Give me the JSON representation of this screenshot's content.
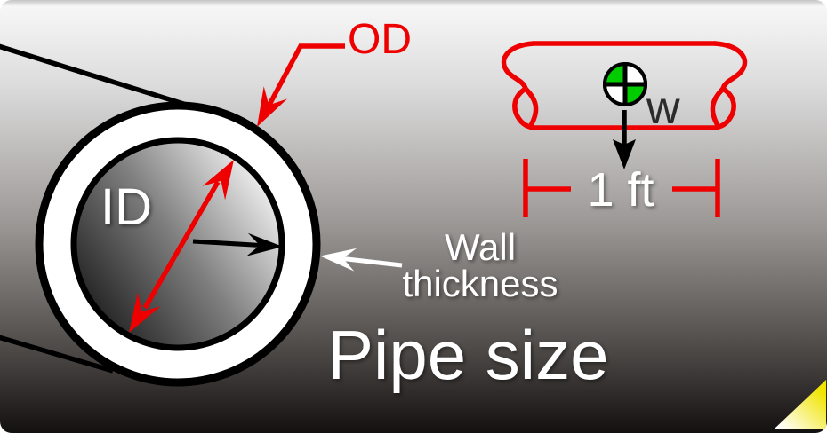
{
  "diagram": {
    "title": "Pipe size",
    "labels": {
      "outer_diameter": "OD",
      "inner_diameter": "ID",
      "wall_line1": "Wall",
      "wall_line2": "thickness",
      "length_dimension": "1 ft",
      "weight": "w"
    },
    "icons": {
      "center_of_gravity": "center-of-gravity-icon",
      "page_curl": "page-curl-triangle-icon"
    },
    "colors": {
      "red": "#ee0000",
      "green": "#00cc00",
      "black": "#000000",
      "white": "#ffffff",
      "dark_text": "#2b2b2b",
      "yellow": "#f0e400",
      "bg_top": "#f6f6f6",
      "bg_bottom": "#131010"
    }
  }
}
